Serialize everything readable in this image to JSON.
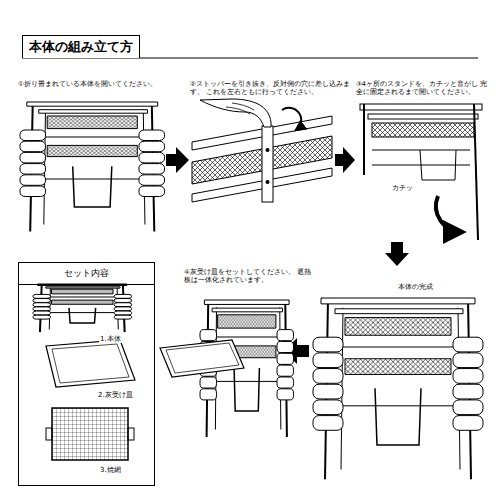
{
  "diagram": {
    "title": "本体の組み立て方",
    "nodes": [
      {
        "text": [
          "セット内容",
          "1.本体",
          "2.灰受け皿",
          "3.焼網"
        ]
      }
    ],
    "labels": [
      "①折り畳まれている本体を開いてください。",
      "②ストッパーを引き抜き、反対側の穴に差し込みます。 これを左右ともに行ってください。",
      "③4ヶ所のスタンドを、カチッと音がし 完全に固定されるまで開いてください。",
      "カチッ",
      "本体の完成",
      "④灰受け皿をセットしてください。 遮熱板は一体化されています。"
    ]
  }
}
